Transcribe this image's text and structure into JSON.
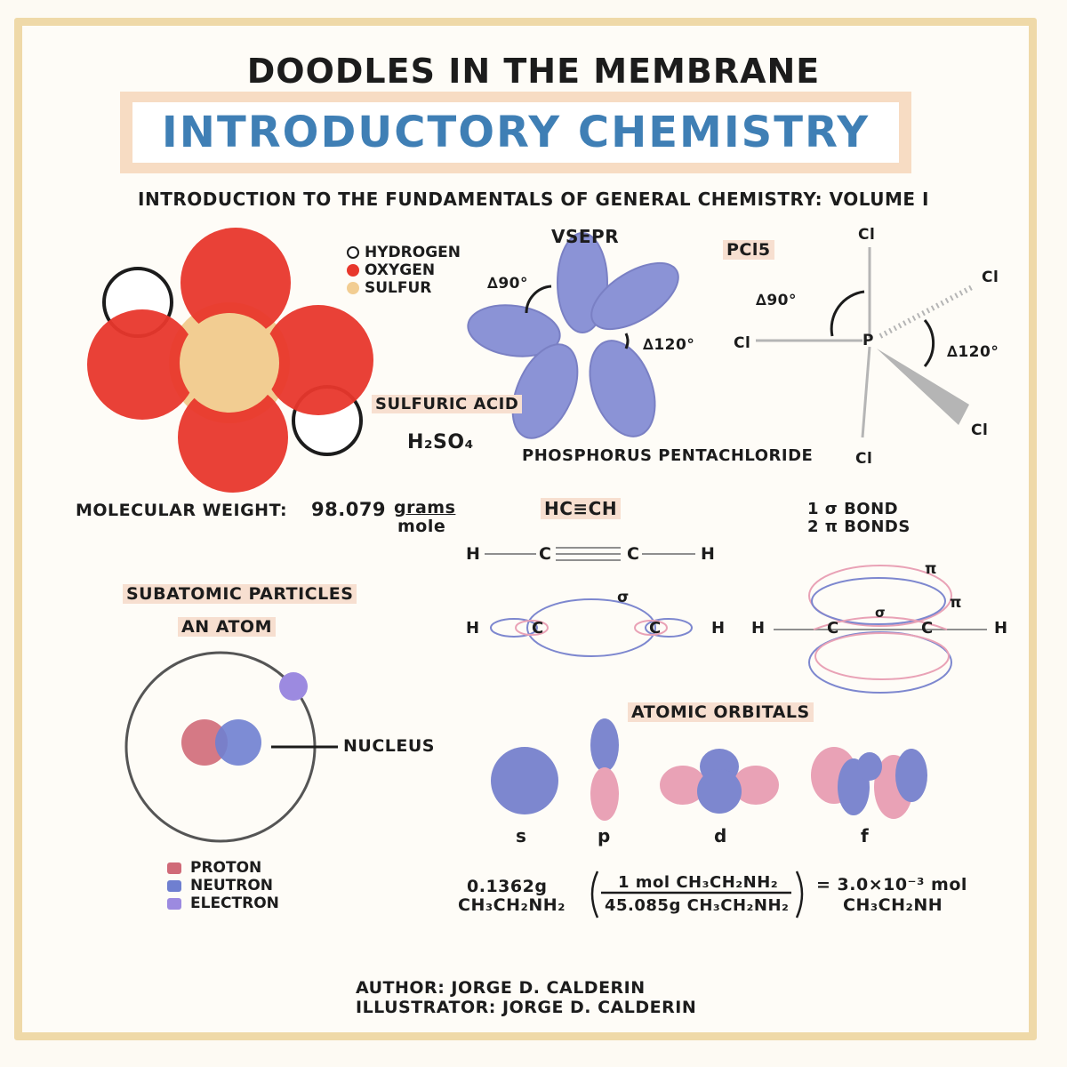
{
  "header": {
    "series": "DOODLES IN THE MEMBRANE",
    "title": "INTRODUCTORY CHEMISTRY",
    "subtitle": "INTRODUCTION TO THE FUNDAMENTALS OF GENERAL CHEMISTRY: VOLUME I"
  },
  "sulfuric": {
    "legend": [
      {
        "label": "HYDROGEN",
        "color": "#ffffff"
      },
      {
        "label": "OXYGEN",
        "color": "#e8372c"
      },
      {
        "label": "SULFUR",
        "color": "#f2cd92"
      }
    ],
    "name": "SULFURIC ACID",
    "formula": "H₂SO₄",
    "mw_label": "MOLECULAR WEIGHT:",
    "mw_value": "98.079",
    "mw_unit_top": "grams",
    "mw_unit_bottom": "mole"
  },
  "vsepr": {
    "label": "VSEPR",
    "angle90": "∆90°",
    "angle120": "∆120°",
    "name": "PHOSPHORUS PENTACHLORIDE"
  },
  "pcl5": {
    "label": "PCl5",
    "center": "P",
    "cl": "Cl",
    "angle90": "∆90°",
    "angle120": "∆120°"
  },
  "acetylene": {
    "formula": "HC≡CH",
    "h": "H",
    "c": "C",
    "sigma": "σ",
    "pi": "π",
    "bonds_line1": "1 σ BOND",
    "bonds_line2": "2 π BONDS"
  },
  "atom": {
    "section": "SUBATOMIC PARTICLES",
    "title": "AN ATOM",
    "nucleus": "NUCLEUS",
    "legend": [
      {
        "label": "PROTON",
        "color": "#d06a78"
      },
      {
        "label": "NEUTRON",
        "color": "#6f7fd0"
      },
      {
        "label": "ELECTRON",
        "color": "#9c8ae0"
      }
    ]
  },
  "orbitals": {
    "title": "ATOMIC ORBITALS",
    "labels": [
      "s",
      "p",
      "d",
      "f"
    ],
    "blue": "#7d87cf",
    "pink": "#e9a2b6"
  },
  "equation": {
    "left_top": "0.1362g",
    "left_bottom": "CH₃CH₂NH₂",
    "frac_top": "1 mol CH₃CH₂NH₂",
    "frac_bottom": "45.085g CH₃CH₂NH₂",
    "result_top": "= 3.0×10⁻³ mol",
    "result_bottom": "CH₃CH₂NH"
  },
  "credits": {
    "author": "AUTHOR: JORGE D. CALDERIN",
    "illustrator": "ILLUSTRATOR: JORGE D. CALDERIN"
  }
}
